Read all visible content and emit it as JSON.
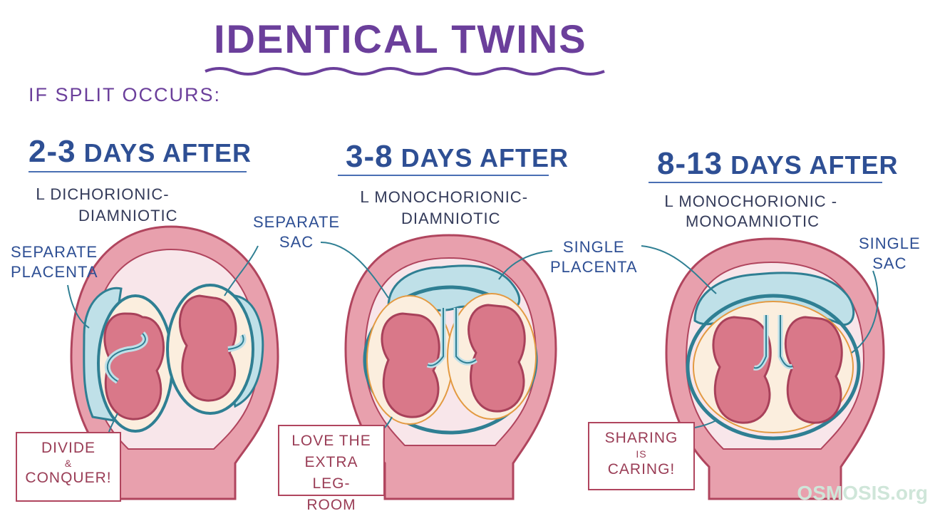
{
  "title": "IDENTICAL TWINS",
  "subtitle": "IF SPLIT OCCURS:",
  "columns": [
    {
      "days": "2-3",
      "heading_rest": "DAYS AFTER",
      "type_line1": "ᒪ DICHORIONIC-",
      "type_line2": "DIAMNIOTIC",
      "label_a": "SEPARATE PLACENTA",
      "label_a_l1": "SEPARATE",
      "label_a_l2": "PLACENTA",
      "label_b_l1": "SEPARATE",
      "label_b_l2": "SAC",
      "quote_l1": "DIVIDE",
      "quote_l2": "&",
      "quote_l3": "CONQUER!"
    },
    {
      "days": "3-8",
      "heading_rest": "DAYS AFTER",
      "type_line1": "ᒪ MONOCHORIONIC-",
      "type_line2": "DIAMNIOTIC",
      "label_a_l1": "SINGLE",
      "label_a_l2": "PLACENTA",
      "quote_l1": "LOVE THE",
      "quote_l2": "EXTRA LEG-",
      "quote_l3": "ROOM"
    },
    {
      "days": "8-13",
      "heading_rest": "DAYS AFTER",
      "type_line1": "ᒪ MONOCHORIONIC -",
      "type_line2": "MONOAMNIOTIC",
      "label_a_l1": "SINGLE",
      "label_a_l2": "SAC",
      "quote_l1": "SHARING",
      "quote_l2": "IS",
      "quote_l3": "CARING!"
    }
  ],
  "logo": "OSMOSIS.org",
  "colors": {
    "title": "#6b3f9b",
    "heading": "#2e4f94",
    "uterus": "#e79aa8",
    "uterus_outline": "#b0455e",
    "placenta": "#bfe0e8",
    "membrane": "#2f7f93",
    "fetus": "#d97889",
    "amniotic": "#fbeede"
  }
}
